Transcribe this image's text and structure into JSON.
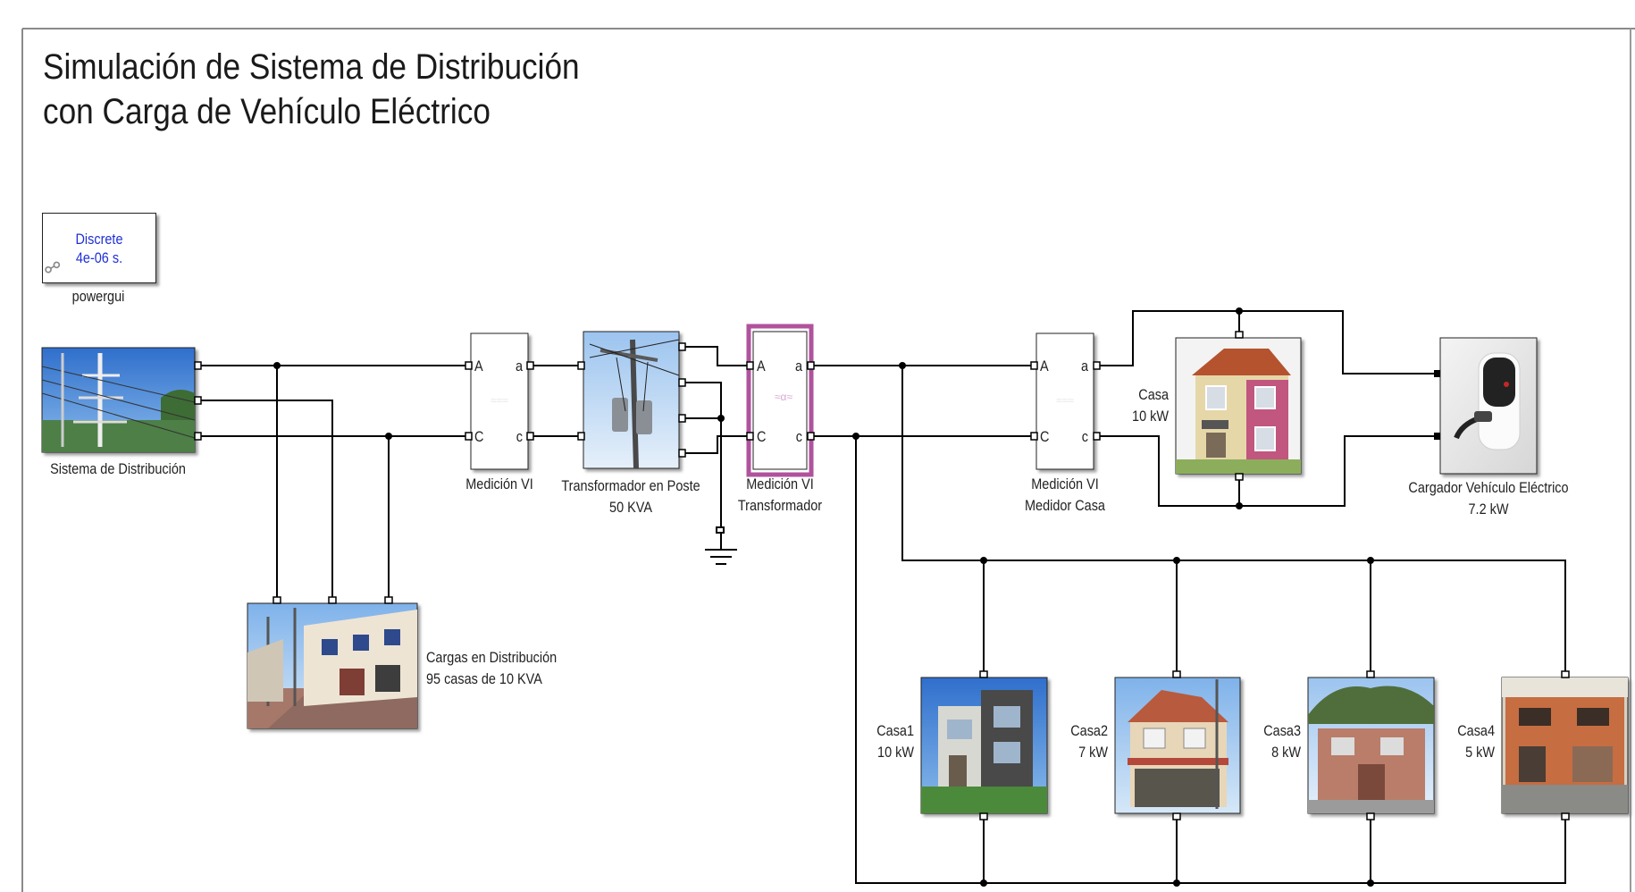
{
  "title": {
    "line1": "Simulación de Sistema de Distribución",
    "line2": "con Carga de Vehículo Eléctrico"
  },
  "powergui": {
    "mode": "Discrete",
    "step": "4e-06 s.",
    "label": "powergui",
    "icon": "link-icon"
  },
  "blocks": {
    "sistema": {
      "label": "Sistema de Distribución",
      "image": "power-lines-photo"
    },
    "medicion_vi_1": {
      "label": "Medición VI",
      "port_a_in": "A",
      "port_c_in": "C",
      "port_a_out": "a",
      "port_c_out": "c"
    },
    "transformador": {
      "label_line1": "Transformador en Poste",
      "label_line2": "50 KVA",
      "image": "pole-transformer-photo"
    },
    "medicion_vi_trafo": {
      "label_line1": "Medición VI",
      "label_line2": "Transformador",
      "port_a_in": "A",
      "port_c_in": "C",
      "port_a_out": "a",
      "port_c_out": "c",
      "highlight_color": "#b0529c"
    },
    "cargas": {
      "label_line1": "Cargas en Distribución",
      "label_line2": "95 casas de 10 KVA",
      "image": "street-houses-photo"
    },
    "medicion_vi_casa": {
      "label_line1": "Medición VI",
      "label_line2": "Medidor Casa",
      "port_a_in": "A",
      "port_c_in": "C",
      "port_a_out": "a",
      "port_c_out": "c"
    },
    "casa": {
      "name": "Casa",
      "power": "10 kW",
      "image": "house-photo"
    },
    "cargador": {
      "label_line1": "Cargador Vehículo Eléctrico",
      "label_line2": "7.2 kW",
      "image": "ev-charger-photo"
    },
    "ground": {
      "icon": "ground-icon"
    }
  },
  "houses": [
    {
      "name": "Casa1",
      "power": "10 kW"
    },
    {
      "name": "Casa2",
      "power": "7 kW"
    },
    {
      "name": "Casa3",
      "power": "8 kW"
    },
    {
      "name": "Casa4",
      "power": "5 kW"
    }
  ],
  "colors": {
    "wire": "#000000",
    "sky": "#3f7fd0",
    "house_pink": "#c1567f",
    "highlight": "#b0529c",
    "powergui_text": "#1f2fd6"
  }
}
